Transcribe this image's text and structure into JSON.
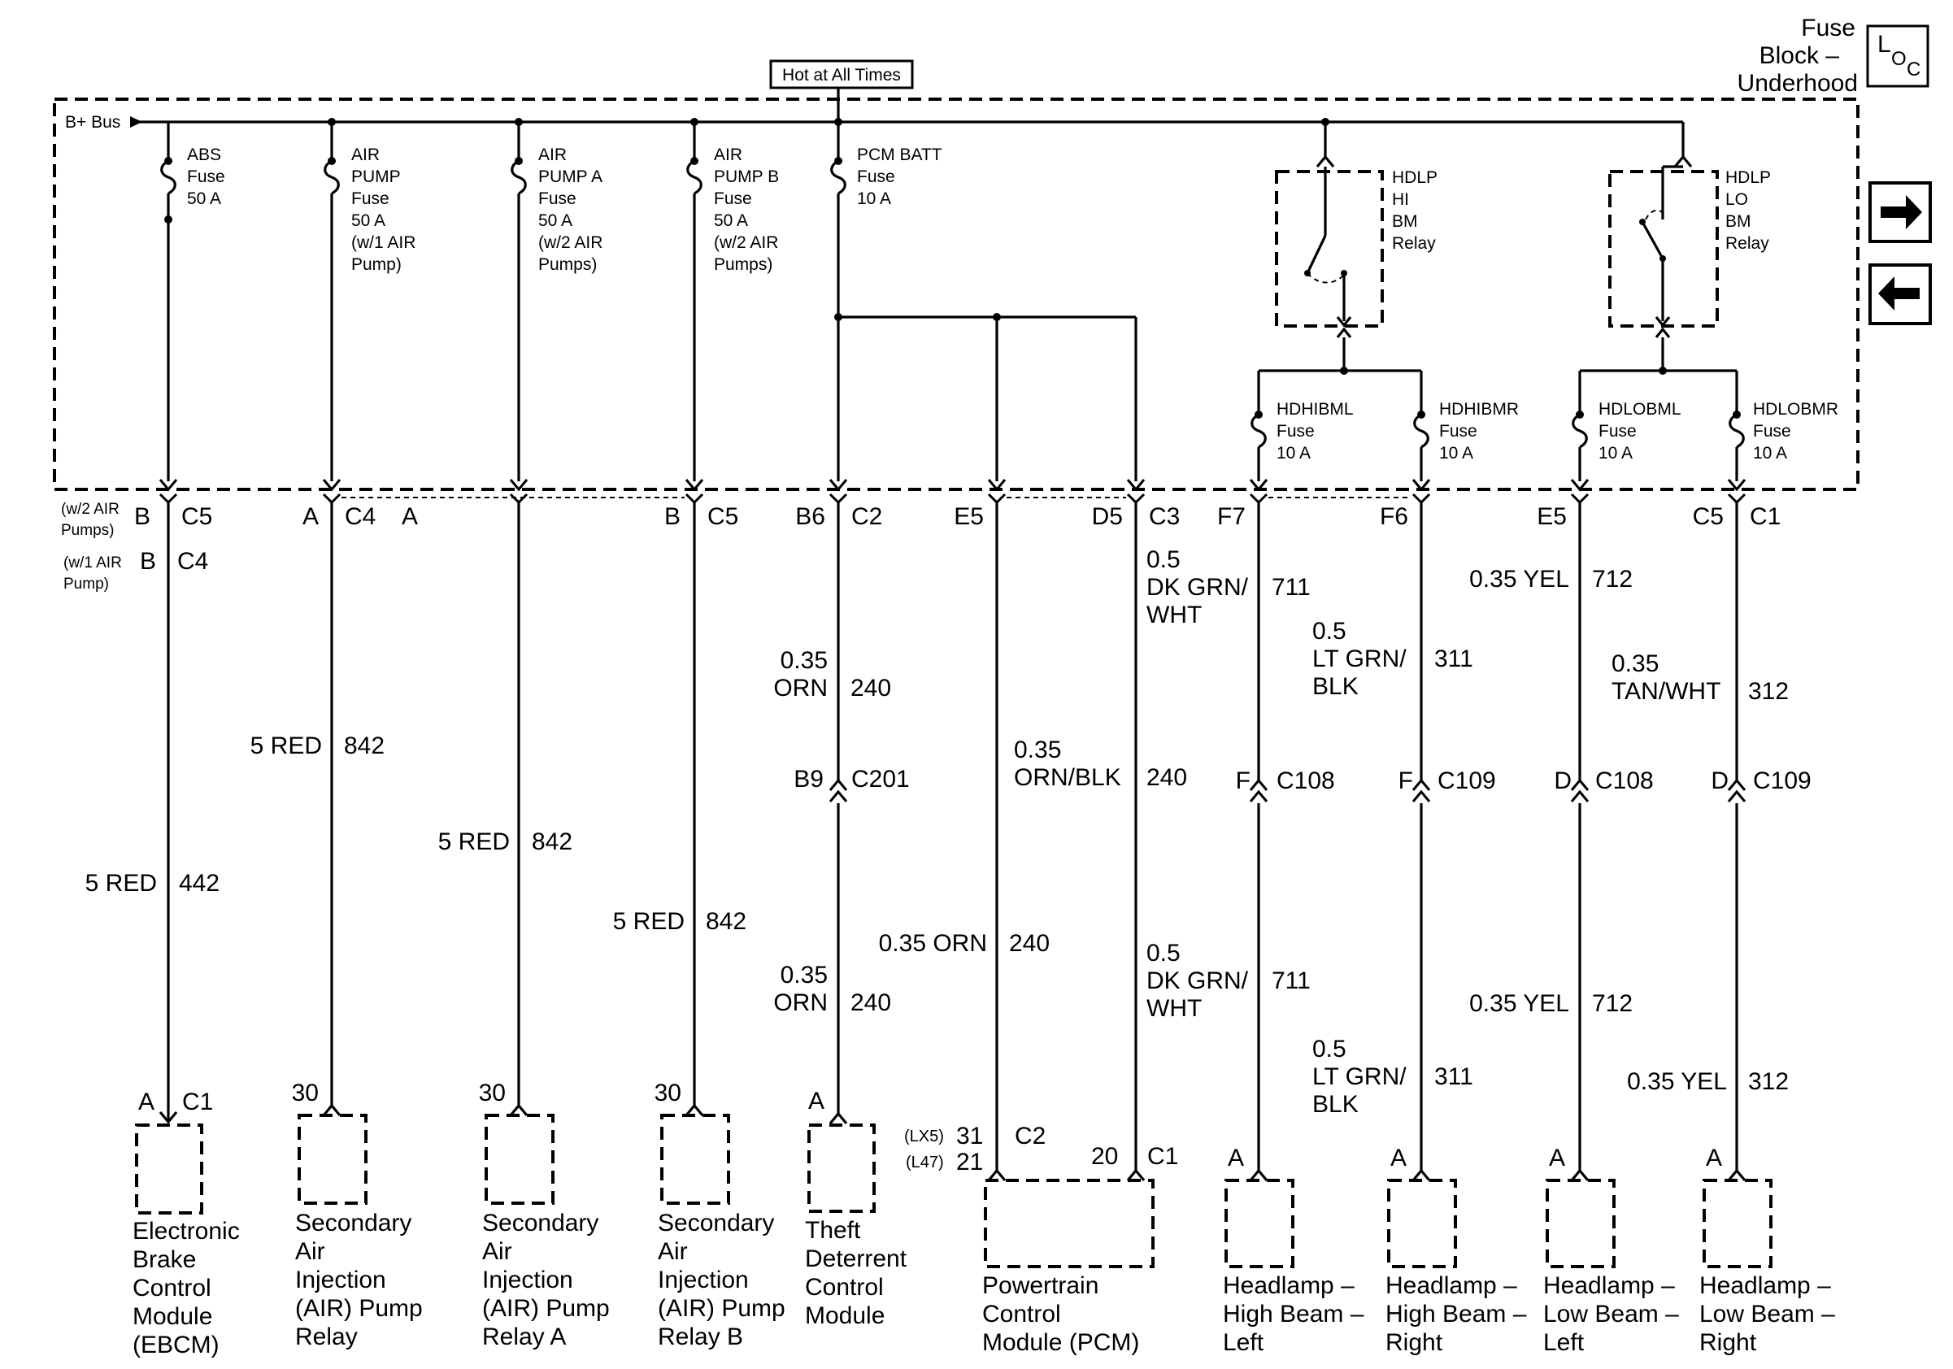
{
  "block": {
    "title_lines": [
      "Fuse",
      "Block –",
      "Underhood"
    ],
    "loc_icon": {
      "main": "L",
      "sub1": "O",
      "sub2": "C"
    },
    "hot_label": "Hot at All Times",
    "bus_label": "B+ Bus"
  },
  "fuses": [
    {
      "id": "abs",
      "lines": [
        "ABS",
        "Fuse",
        "50 A"
      ]
    },
    {
      "id": "air",
      "lines": [
        "AIR",
        "PUMP",
        "Fuse",
        "50 A",
        "(w/1 AIR",
        "Pump)"
      ]
    },
    {
      "id": "aira",
      "lines": [
        "AIR",
        "PUMP A",
        "Fuse",
        "50 A",
        "(w/2 AIR",
        "Pumps)"
      ]
    },
    {
      "id": "airb",
      "lines": [
        "AIR",
        "PUMP B",
        "Fuse",
        "50 A",
        "(w/2 AIR",
        "Pumps)"
      ]
    },
    {
      "id": "pcm",
      "lines": [
        "PCM BATT",
        "Fuse",
        "10 A"
      ]
    },
    {
      "id": "hdhibml",
      "lines": [
        "HDHIBML",
        "Fuse",
        "10 A"
      ]
    },
    {
      "id": "hdhibmr",
      "lines": [
        "HDHIBMR",
        "Fuse",
        "10 A"
      ]
    },
    {
      "id": "hdlobml",
      "lines": [
        "HDLOBML",
        "Fuse",
        "10 A"
      ]
    },
    {
      "id": "hdlobmr",
      "lines": [
        "HDLOBMR",
        "Fuse",
        "10 A"
      ]
    }
  ],
  "relays": [
    {
      "id": "hi",
      "lines": [
        "HDLP",
        "HI",
        "BM",
        "Relay"
      ]
    },
    {
      "id": "lo",
      "lines": [
        "HDLP",
        "LO",
        "BM",
        "Relay"
      ]
    }
  ],
  "pins": {
    "w2_note": [
      "(w/2 AIR",
      "Pumps)"
    ],
    "w1_note": [
      "(w/1 AIR",
      "Pump)"
    ],
    "ebcm_w2_pin": "B",
    "ebcm_w2_conn": "C5",
    "ebcm_w1_pin": "B",
    "ebcm_w1_conn": "C4",
    "air_pin": "A",
    "air_conn": "C4",
    "aira_pin": "A",
    "airb_pin": "B",
    "airb_conn": "C5",
    "pcm_pin": "B6",
    "pcm_conn": "C2",
    "pcm_e5": "E5",
    "pcm_d5": "D5",
    "pcm_c3": "C3",
    "hl_f7": "F7",
    "hl_f6": "F6",
    "hl_e5": "E5",
    "hl_c5": "C5",
    "hl_c1": "C1"
  },
  "wires": [
    {
      "id": "w442",
      "size_color": [
        "5 RED"
      ],
      "circuit": "442"
    },
    {
      "id": "w842a",
      "size_color": [
        "5 RED"
      ],
      "circuit": "842"
    },
    {
      "id": "w842b",
      "size_color": [
        "5 RED"
      ],
      "circuit": "842"
    },
    {
      "id": "w842c",
      "size_color": [
        "5 RED"
      ],
      "circuit": "842"
    },
    {
      "id": "w240a",
      "size_color": [
        "0.35",
        "ORN"
      ],
      "circuit": "240"
    },
    {
      "id": "w240b",
      "size_color": [
        "0.35",
        "ORN"
      ],
      "circuit": "240"
    },
    {
      "id": "w240c",
      "size_color": [
        "0.35 ORN"
      ],
      "circuit": "240"
    },
    {
      "id": "w240d",
      "size_color": [
        "0.35",
        "ORN/BLK"
      ],
      "circuit": "240"
    },
    {
      "id": "w711a",
      "size_color": [
        "0.5",
        "DK GRN/",
        "WHT"
      ],
      "circuit": "711"
    },
    {
      "id": "w711b",
      "size_color": [
        "0.5",
        "DK GRN/",
        "WHT"
      ],
      "circuit": "711"
    },
    {
      "id": "w311a",
      "size_color": [
        "0.5",
        "LT GRN/",
        "BLK"
      ],
      "circuit": "311"
    },
    {
      "id": "w311b",
      "size_color": [
        "0.5",
        "LT GRN/",
        "BLK"
      ],
      "circuit": "311"
    },
    {
      "id": "w712a",
      "size_color": [
        "0.35 YEL"
      ],
      "circuit": "712"
    },
    {
      "id": "w712b",
      "size_color": [
        "0.35 YEL"
      ],
      "circuit": "712"
    },
    {
      "id": "w312a",
      "size_color": [
        "0.35",
        "TAN/WHT"
      ],
      "circuit": "312"
    },
    {
      "id": "w312b",
      "size_color": [
        "0.35 YEL"
      ],
      "circuit": "312"
    }
  ],
  "inline": {
    "c201_pin": "B9",
    "c201": "C201",
    "c108a_pin": "F",
    "c108a": "C108",
    "c109a_pin": "F",
    "c109a": "C109",
    "c108b_pin": "D",
    "c108b": "C108",
    "c109b_pin": "D",
    "c109b": "C109"
  },
  "components": [
    {
      "id": "ebcm",
      "pin": "A",
      "conn": "C1",
      "lines": [
        "Electronic",
        "Brake",
        "Control",
        "Module",
        "(EBCM)"
      ]
    },
    {
      "id": "airrelay",
      "pin": "30",
      "lines": [
        "Secondary",
        "Air",
        "Injection",
        "(AIR) Pump",
        "Relay"
      ]
    },
    {
      "id": "airrelaya",
      "pin": "30",
      "lines": [
        "Secondary",
        "Air",
        "Injection",
        "(AIR) Pump",
        "Relay A"
      ]
    },
    {
      "id": "airrelayb",
      "pin": "30",
      "lines": [
        "Secondary",
        "Air",
        "Injection",
        "(AIR) Pump",
        "Relay B"
      ]
    },
    {
      "id": "theft",
      "pin": "A",
      "lines": [
        "Theft",
        "Deterrent",
        "Control",
        "Module"
      ]
    },
    {
      "id": "pcm",
      "lines": [
        "Powertrain",
        "Control",
        "Module (PCM)"
      ]
    },
    {
      "id": "hbl",
      "pin": "A",
      "lines": [
        "Headlamp –",
        "High Beam –",
        "Left"
      ]
    },
    {
      "id": "hbr",
      "pin": "A",
      "lines": [
        "Headlamp –",
        "High Beam –",
        "Right"
      ]
    },
    {
      "id": "lbl",
      "pin": "A",
      "lines": [
        "Headlamp –",
        "Low Beam –",
        "Left"
      ]
    },
    {
      "id": "lbr",
      "pin": "A",
      "lines": [
        "Headlamp –",
        "Low Beam –",
        "Right"
      ]
    }
  ],
  "pcm_pins": {
    "lx5": "(LX5)",
    "lx5_pin": "31",
    "l47": "(L47)",
    "l47_pin": "21",
    "conn_c2": "C2",
    "pin20": "20",
    "conn_c1": "C1"
  },
  "nav": {
    "forward": "forward-arrow-icon",
    "back": "back-arrow-icon"
  }
}
